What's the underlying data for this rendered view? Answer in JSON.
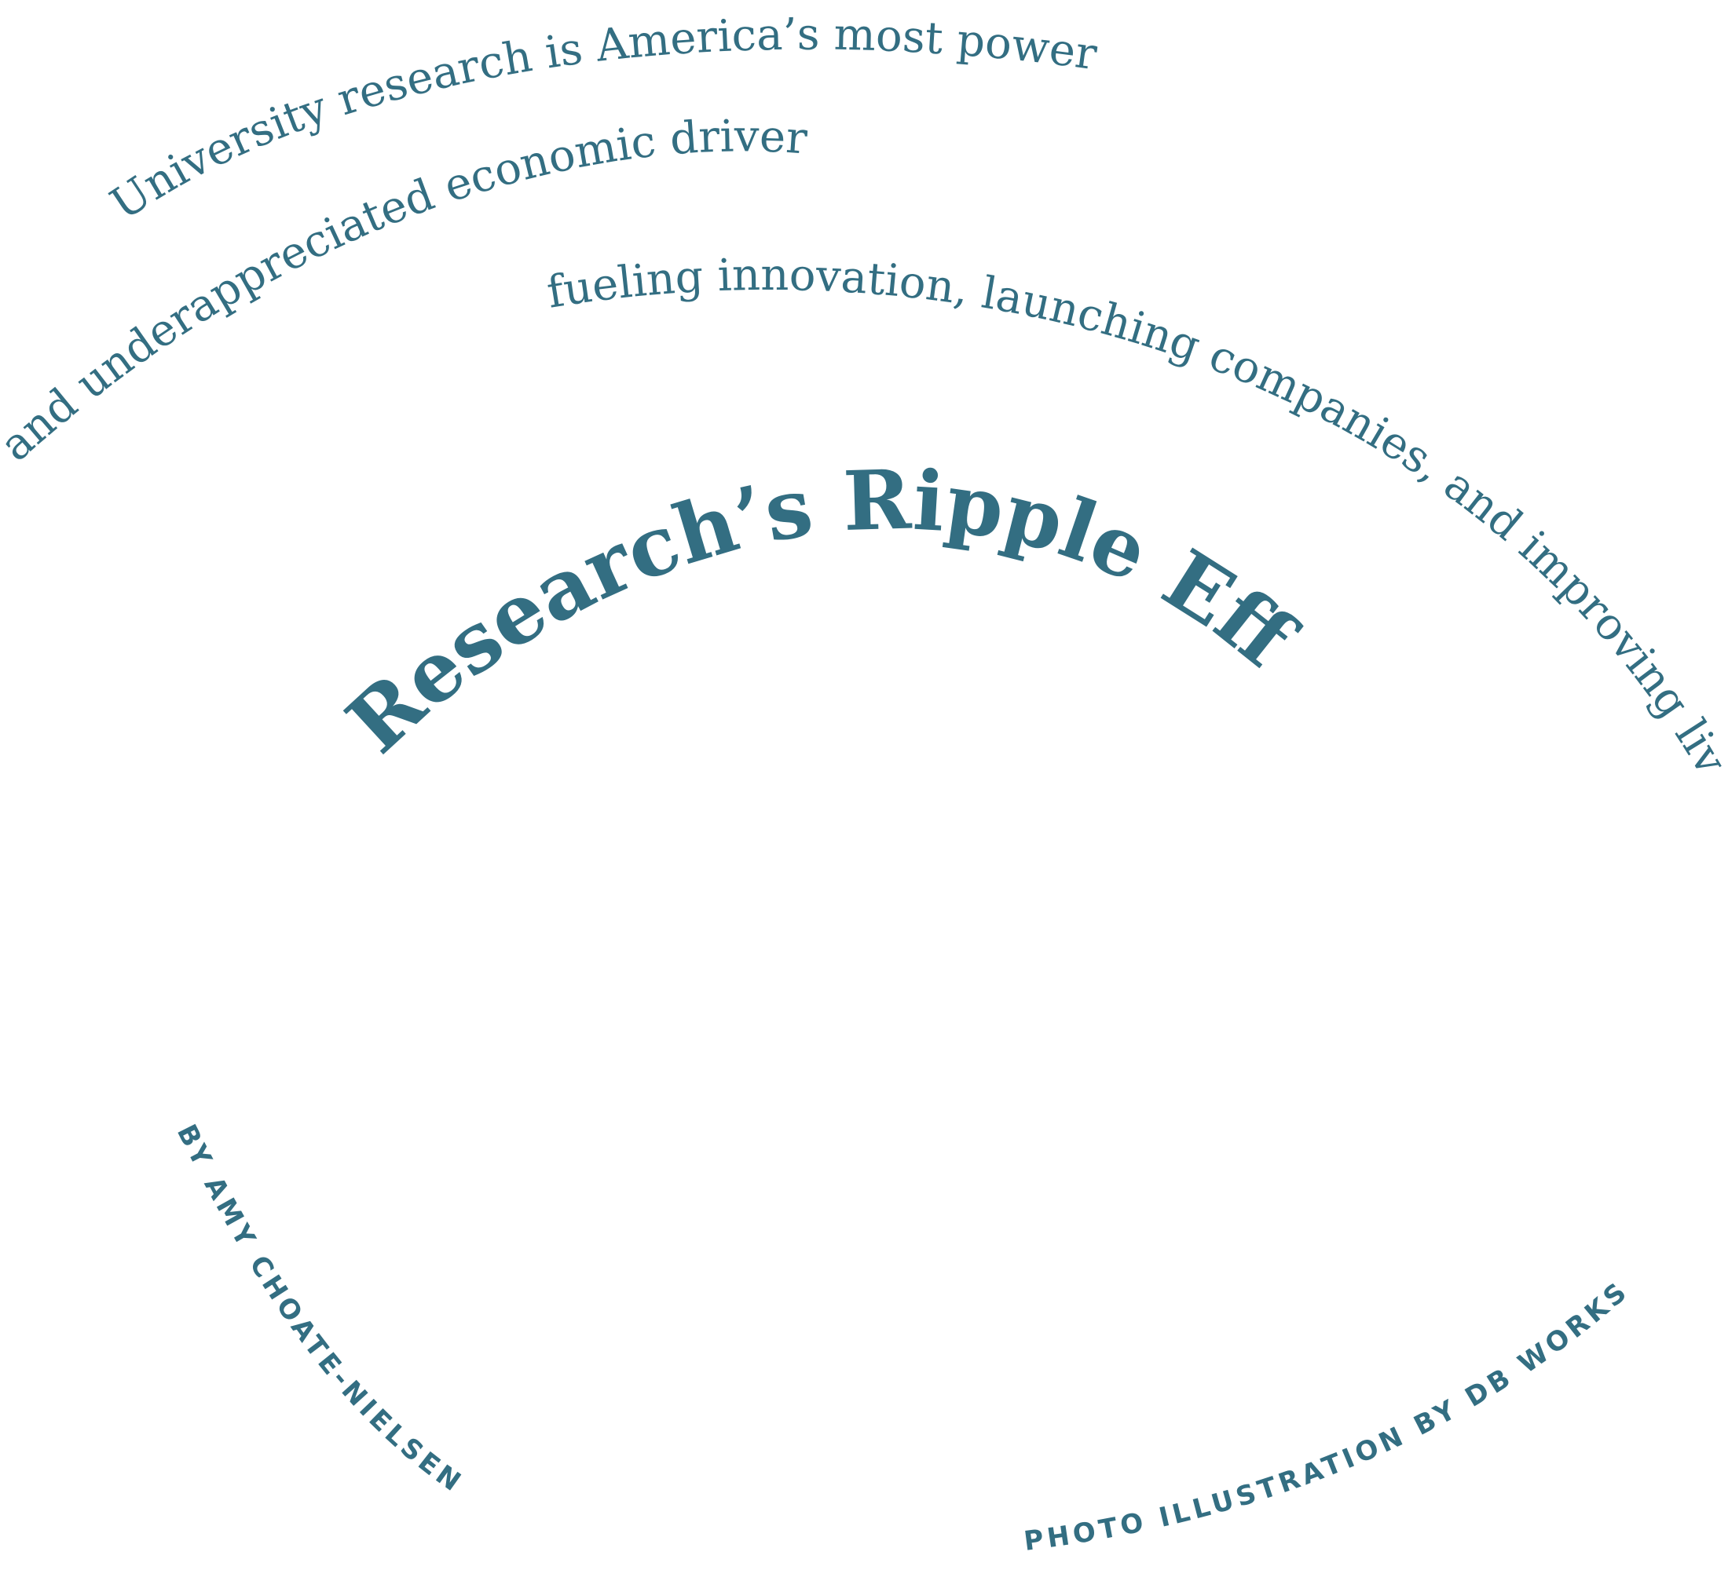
{
  "colors": {
    "text": "#336e82",
    "background": "#ffffff"
  },
  "deck": {
    "line1": "University research is America’s most powerful",
    "line2": "and underappreciated economic driver—",
    "line3": "fueling innovation, launching companies, and improving lives."
  },
  "headline": {
    "title": "Research’s Ripple Effect"
  },
  "credits": {
    "byline": "BY AMY CHOATE-NIELSEN",
    "photo": "PHOTO ILLUSTRATION BY DB WORKS"
  }
}
